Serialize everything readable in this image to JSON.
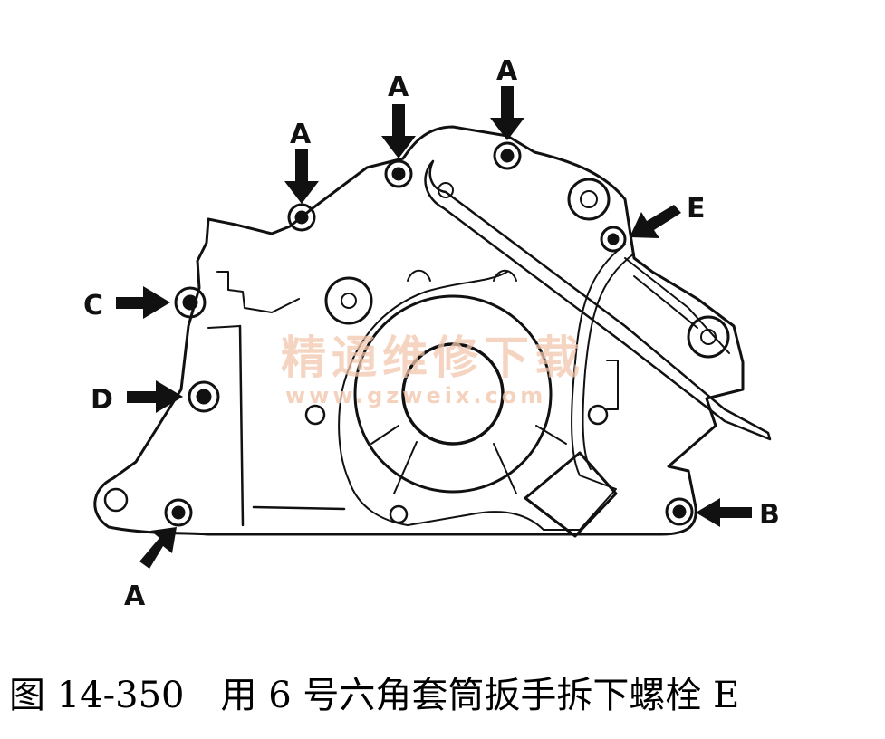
{
  "labels": {
    "a_left": "A",
    "a_mid": "A",
    "a_right": "A",
    "a_bottom": "A",
    "b": "B",
    "c": "C",
    "d": "D",
    "e": "E"
  },
  "watermark": {
    "text_cn": "精通维修下载",
    "text_url": "www.gzweix.com"
  },
  "caption": "图 14-350　用 6 号六角套筒扳手拆下螺栓 E"
}
